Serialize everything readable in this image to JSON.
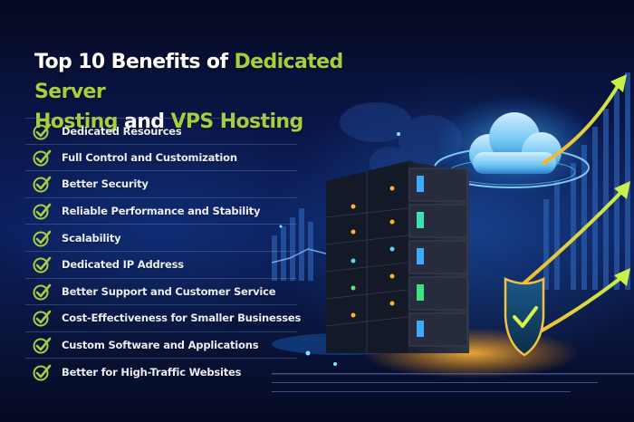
{
  "title": {
    "part1": "Top 10 Benefits of ",
    "part2": "Dedicated Server",
    "part3": "Hosting",
    "part4": " and ",
    "part5": "VPS Hosting"
  },
  "benefits": [
    {
      "label": "Dedicated Resources",
      "icon": "check-circle-icon"
    },
    {
      "label": "Full Control and Customization",
      "icon": "check-circle-icon"
    },
    {
      "label": "Better Security",
      "icon": "check-circle-icon"
    },
    {
      "label": "Reliable Performance and Stability",
      "icon": "check-circle-icon"
    },
    {
      "label": "Scalability",
      "icon": "check-circle-icon"
    },
    {
      "label": "Dedicated IP Address",
      "icon": "check-circle-icon"
    },
    {
      "label": "Better Support and Customer Service",
      "icon": "check-circle-icon"
    },
    {
      "label": "Cost-Effectiveness for Smaller Businesses",
      "icon": "check-circle-icon"
    },
    {
      "label": "Custom Software and Applications",
      "icon": "check-circle-icon"
    },
    {
      "label": "Better for High-Traffic Websites",
      "icon": "check-circle-icon"
    }
  ],
  "illustration": {
    "elements": [
      "server-rack",
      "cloud",
      "security-shield",
      "growth-arrows",
      "bar-charts",
      "world-map"
    ]
  },
  "colors": {
    "accent_green": "#a9cd3e",
    "title_white": "#ffffff",
    "background_navy": "#0a1648",
    "glow_orange": "#f5a623",
    "glow_cyan": "#3fb8ff"
  }
}
